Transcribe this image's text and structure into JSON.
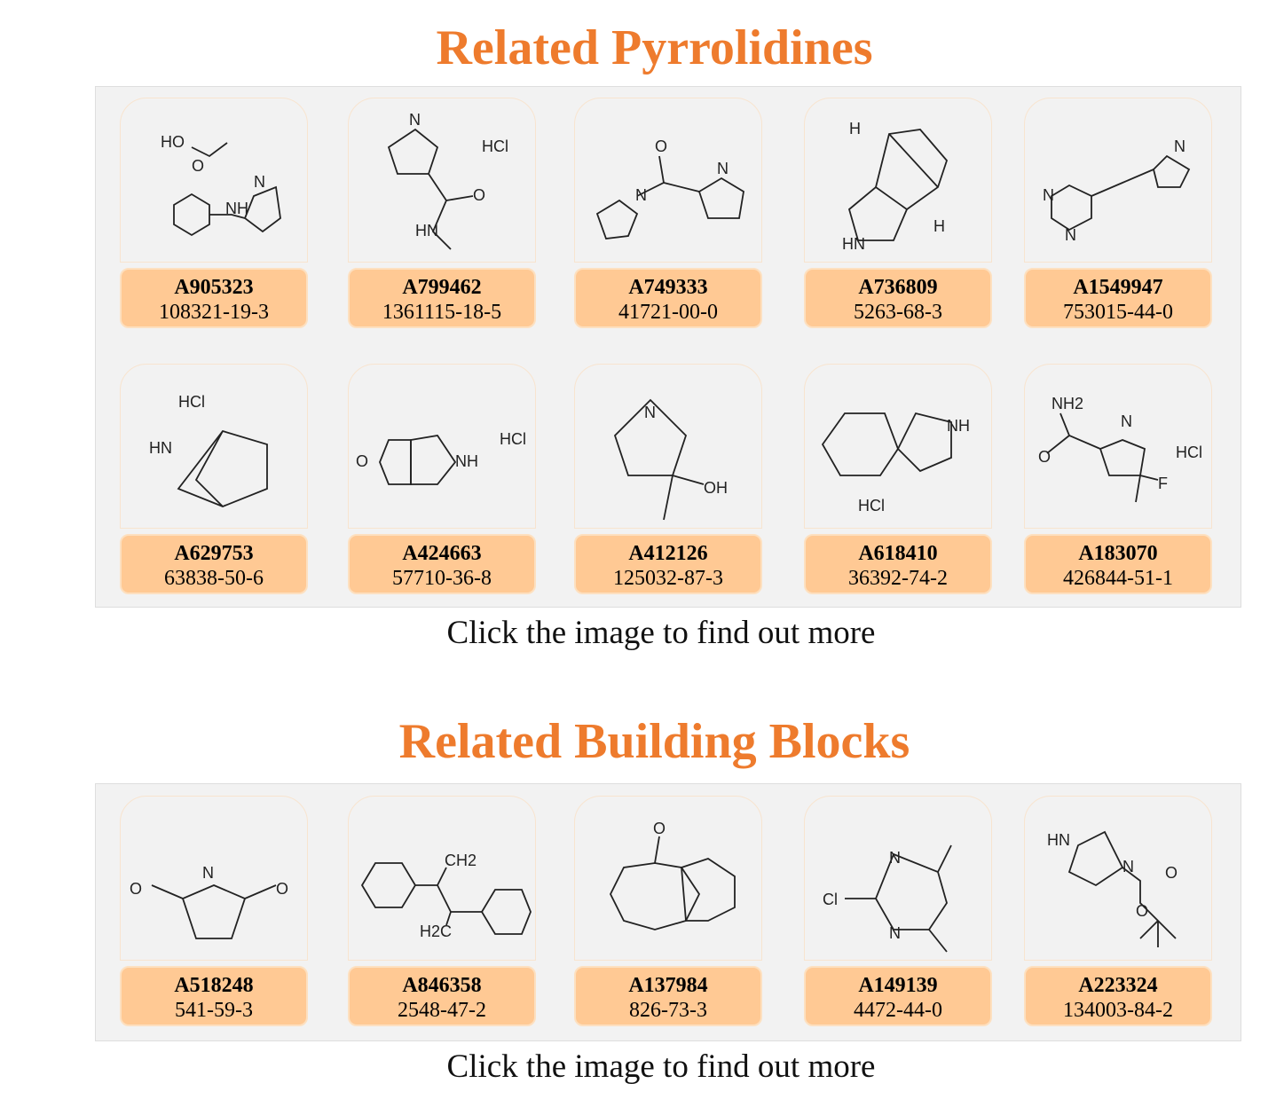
{
  "sections": [
    {
      "title": "Related Pyrrolidines",
      "caption": "Click the image to find out more",
      "items": [
        {
          "id": "A905323",
          "cas": "108321-19-3",
          "atoms": [
            "HO",
            "NH",
            "N",
            "O"
          ]
        },
        {
          "id": "A799462",
          "cas": "1361115-18-5",
          "atoms": [
            "N",
            "HCl",
            "O",
            "HN"
          ]
        },
        {
          "id": "A749333",
          "cas": "41721-00-0",
          "atoms": [
            "N",
            "O",
            "N"
          ]
        },
        {
          "id": "A736809",
          "cas": "5263-68-3",
          "atoms": [
            "HN",
            "H",
            "H"
          ]
        },
        {
          "id": "A1549947",
          "cas": "753015-44-0",
          "atoms": [
            "N",
            "N",
            "N"
          ]
        },
        {
          "id": "A629753",
          "cas": "63838-50-6",
          "atoms": [
            "HCl",
            "HN"
          ]
        },
        {
          "id": "A424663",
          "cas": "57710-36-8",
          "atoms": [
            "O",
            "NH",
            "HCl"
          ]
        },
        {
          "id": "A412126",
          "cas": "125032-87-3",
          "atoms": [
            "N",
            "OH"
          ]
        },
        {
          "id": "A618410",
          "cas": "36392-74-2",
          "atoms": [
            "NH",
            "HCl"
          ]
        },
        {
          "id": "A183070",
          "cas": "426844-51-1",
          "atoms": [
            "NH2",
            "N",
            "HCl",
            "O",
            "F"
          ]
        }
      ]
    },
    {
      "title": "Related Building Blocks",
      "caption": "Click the image to find out more",
      "items": [
        {
          "id": "A518248",
          "cas": "541-59-3",
          "atoms": [
            "O",
            "N",
            "O"
          ]
        },
        {
          "id": "A846358",
          "cas": "2548-47-2",
          "atoms": [
            "CH2",
            "H2C"
          ]
        },
        {
          "id": "A137984",
          "cas": "826-73-3",
          "atoms": [
            "O"
          ]
        },
        {
          "id": "A149139",
          "cas": "4472-44-0",
          "atoms": [
            "Cl",
            "N",
            "N"
          ]
        },
        {
          "id": "A223324",
          "cas": "134003-84-2",
          "atoms": [
            "HN",
            "N",
            "O",
            "O"
          ]
        }
      ]
    }
  ]
}
